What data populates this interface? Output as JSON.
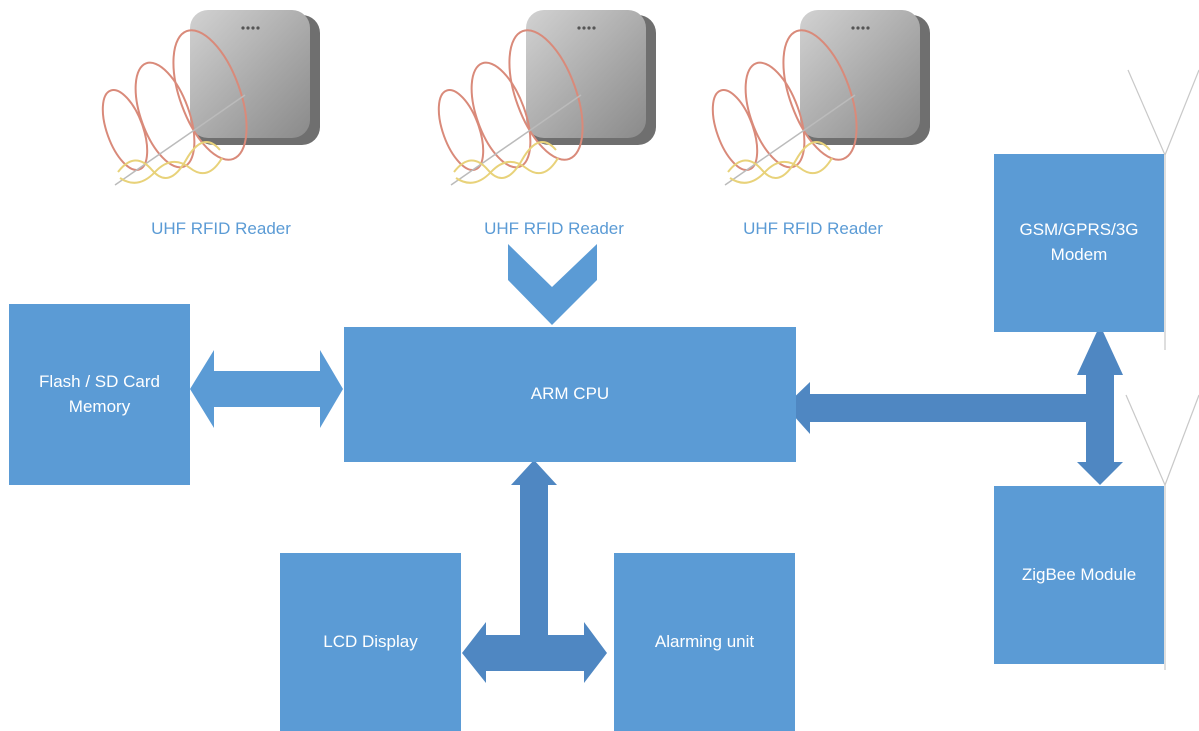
{
  "readers": [
    {
      "label": "UHF RFID Reader"
    },
    {
      "label": "UHF RFID Reader"
    },
    {
      "label": "UHF RFID Reader"
    }
  ],
  "blocks": {
    "cpu": "ARM CPU",
    "memory": "Flash / SD Card\nMemory",
    "modem": "GSM/GPRS/3G\nModem",
    "zigbee": "ZigBee Module",
    "lcd": "LCD Display",
    "alarm": "Alarming unit"
  },
  "colors": {
    "block": "#5b9bd5",
    "arrow": "#4f87c2",
    "reader_body": "#a9a9a9",
    "coil": "#d98a7a",
    "wave": "#e8d27a"
  }
}
